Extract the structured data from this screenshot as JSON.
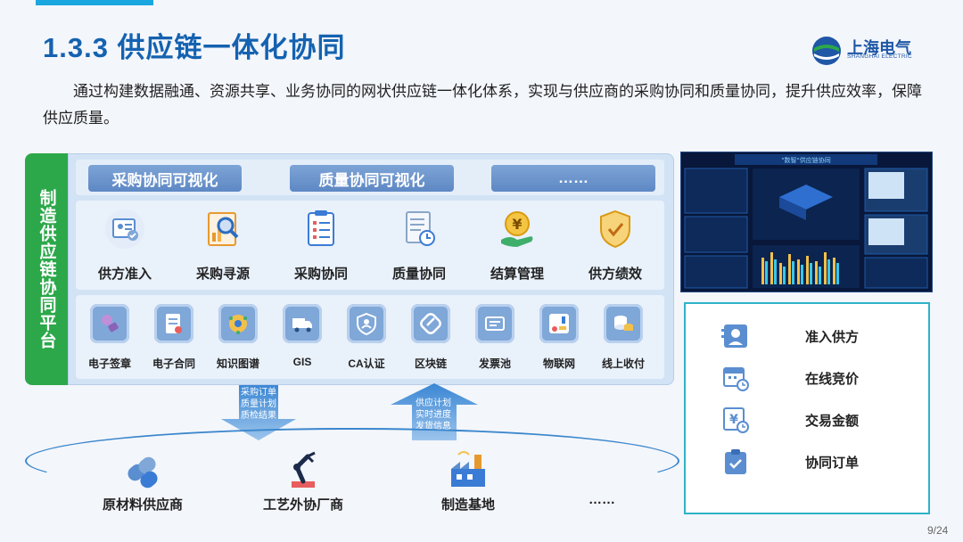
{
  "header": {
    "title": "1.3.3 供应链一体化协同",
    "logo_cn": "上海电气",
    "logo_en": "SHANGHAI ELECTRIC"
  },
  "intro": "通过构建数据融通、资源共享、业务协同的网状供应链一体化体系，实现与供应商的采购协同和质量协同，提升供应效率，保障供应质量。",
  "platform": {
    "label": "制造供应链协同平台",
    "visual_tabs": [
      "采购协同可视化",
      "质量协同可视化",
      "……"
    ],
    "business": [
      {
        "label": "供方准入",
        "icon": "supplier-admission-icon"
      },
      {
        "label": "采购寻源",
        "icon": "sourcing-search-icon"
      },
      {
        "label": "采购协同",
        "icon": "purchase-checklist-icon"
      },
      {
        "label": "质量协同",
        "icon": "quality-document-icon"
      },
      {
        "label": "结算管理",
        "icon": "yen-settlement-icon"
      },
      {
        "label": "供方绩效",
        "icon": "performance-shield-icon"
      }
    ],
    "tech": [
      {
        "label": "电子签章",
        "icon": "stamp-icon"
      },
      {
        "label": "电子合同",
        "icon": "contract-icon"
      },
      {
        "label": "知识图谱",
        "icon": "knowledge-graph-icon"
      },
      {
        "label": "GIS",
        "icon": "truck-icon"
      },
      {
        "label": "CA认证",
        "icon": "shield-user-icon"
      },
      {
        "label": "区块链",
        "icon": "blockchain-icon"
      },
      {
        "label": "发票池",
        "icon": "invoice-icon"
      },
      {
        "label": "物联网",
        "icon": "iot-icon"
      },
      {
        "label": "线上收付",
        "icon": "coins-icon"
      }
    ]
  },
  "flows": {
    "down": [
      "采购订单",
      "质量计划",
      "质检结果"
    ],
    "up": [
      "供应计划",
      "实时进度",
      "发货信息"
    ]
  },
  "suppliers": [
    {
      "label": "原材料供应商",
      "icon": "raw-material-icon"
    },
    {
      "label": "工艺外协厂商",
      "icon": "robot-arm-icon"
    },
    {
      "label": "制造基地",
      "icon": "factory-icon"
    },
    {
      "label": "……",
      "icon": ""
    }
  ],
  "dashboard": {
    "title": "\"数智\"供应链协同"
  },
  "features": [
    {
      "label": "准入供方",
      "icon": "supplier-card-icon"
    },
    {
      "label": "在线竞价",
      "icon": "calendar-clock-icon"
    },
    {
      "label": "交易金额",
      "icon": "yen-clock-icon"
    },
    {
      "label": "协同订单",
      "icon": "clipboard-check-icon"
    }
  ],
  "page_number": "9/24",
  "colors": {
    "title": "#1562b0",
    "platform_green": "#2ca84a",
    "pill_blue": "#6a92cb",
    "panel_border": "#2eb3c7"
  }
}
